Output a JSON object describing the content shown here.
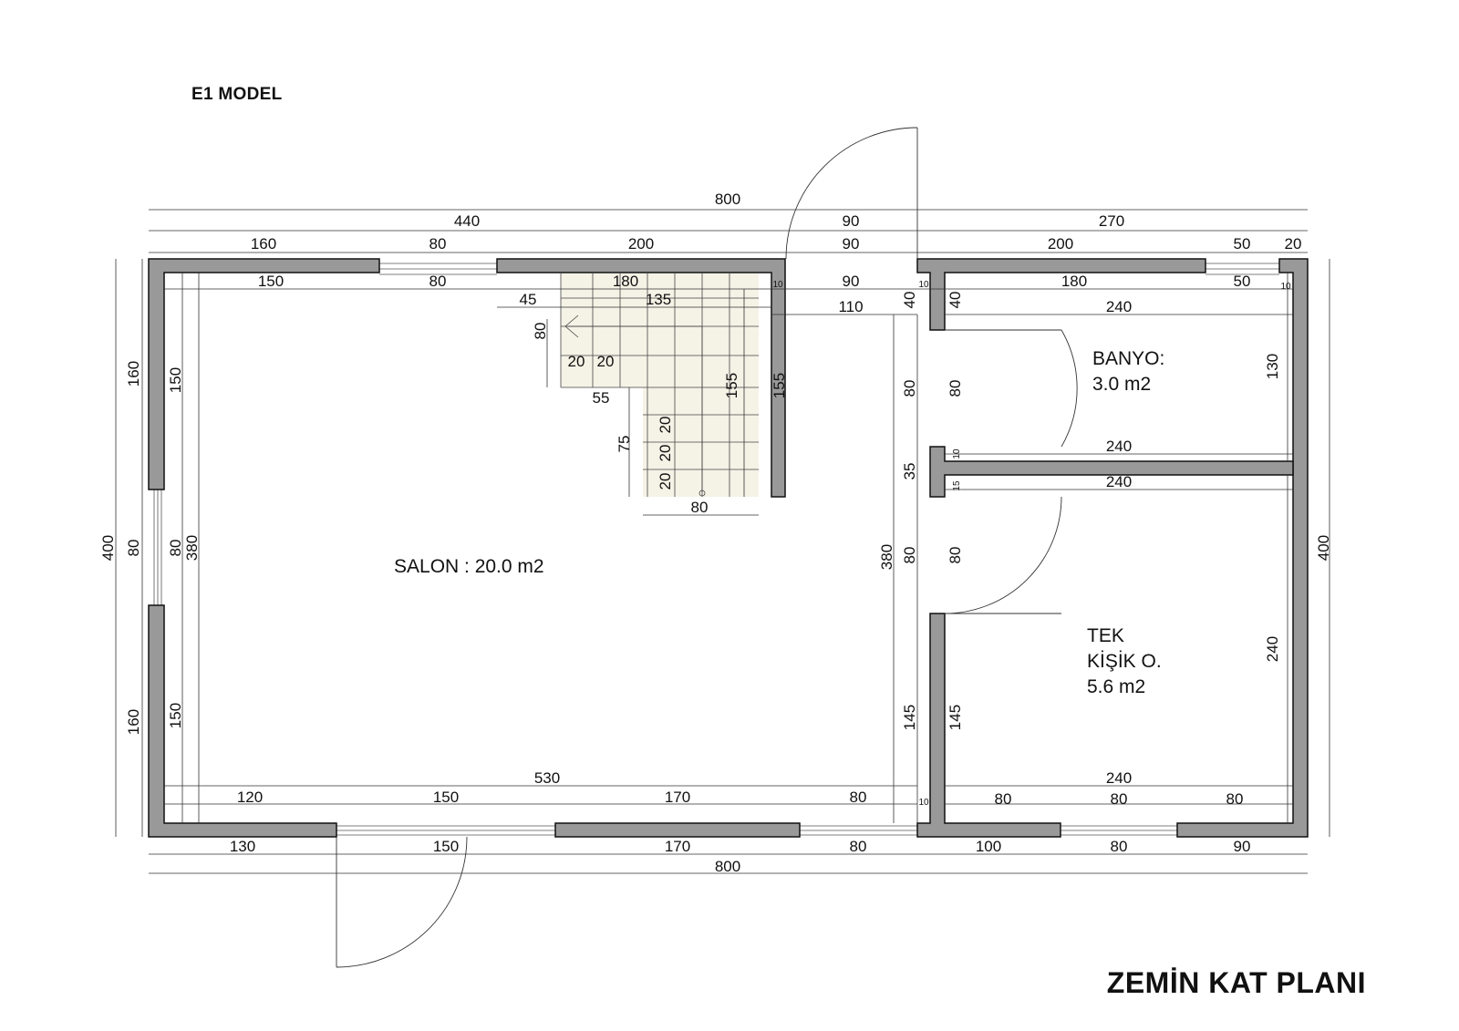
{
  "header": {
    "model_label": "E1 MODEL"
  },
  "footer": {
    "plan_title": "ZEMİN KAT PLANI"
  },
  "rooms": [
    {
      "id": "salon",
      "label": "SALON : 20.0 m2"
    },
    {
      "id": "banyo",
      "label": "BANYO:\n3.0 m2"
    },
    {
      "id": "tek",
      "label": "TEK\nKİŞİK O.\n5.6 m2"
    }
  ],
  "dimensions": [
    {
      "text": "800"
    },
    {
      "text": "440"
    },
    {
      "text": "90"
    },
    {
      "text": "270"
    },
    {
      "text": "160"
    },
    {
      "text": "80"
    },
    {
      "text": "200"
    },
    {
      "text": "90"
    },
    {
      "text": "200"
    },
    {
      "text": "50"
    },
    {
      "text": "20"
    },
    {
      "text": "150"
    },
    {
      "text": "80"
    },
    {
      "text": "180"
    },
    {
      "text": "90"
    },
    {
      "text": "180"
    },
    {
      "text": "50"
    },
    {
      "text": "45"
    },
    {
      "text": "135"
    },
    {
      "text": "110"
    },
    {
      "text": "240"
    },
    {
      "text": "80"
    },
    {
      "text": "20"
    },
    {
      "text": "20"
    },
    {
      "text": "55"
    },
    {
      "text": "155"
    },
    {
      "text": "155"
    },
    {
      "text": "75"
    },
    {
      "text": "20"
    },
    {
      "text": "20"
    },
    {
      "text": "20"
    },
    {
      "text": "80"
    },
    {
      "text": "240"
    },
    {
      "text": "240"
    },
    {
      "text": "530"
    },
    {
      "text": "120"
    },
    {
      "text": "150"
    },
    {
      "text": "170"
    },
    {
      "text": "80"
    },
    {
      "text": "240"
    },
    {
      "text": "80"
    },
    {
      "text": "80"
    },
    {
      "text": "80"
    },
    {
      "text": "130"
    },
    {
      "text": "150"
    },
    {
      "text": "170"
    },
    {
      "text": "80"
    },
    {
      "text": "100"
    },
    {
      "text": "80"
    },
    {
      "text": "90"
    },
    {
      "text": "800"
    },
    {
      "text": "160"
    },
    {
      "text": "150"
    },
    {
      "text": "400"
    },
    {
      "text": "80"
    },
    {
      "text": "80"
    },
    {
      "text": "380"
    },
    {
      "text": "160"
    },
    {
      "text": "150"
    },
    {
      "text": "40"
    },
    {
      "text": "40"
    },
    {
      "text": "80"
    },
    {
      "text": "80"
    },
    {
      "text": "35"
    },
    {
      "text": "380"
    },
    {
      "text": "80"
    },
    {
      "text": "80"
    },
    {
      "text": "145"
    },
    {
      "text": "145"
    },
    {
      "text": "130"
    },
    {
      "text": "400"
    },
    {
      "text": "240"
    },
    {
      "text": "10"
    },
    {
      "text": "10"
    },
    {
      "text": "10"
    },
    {
      "text": "10"
    },
    {
      "text": "15"
    },
    {
      "text": "10"
    }
  ]
}
